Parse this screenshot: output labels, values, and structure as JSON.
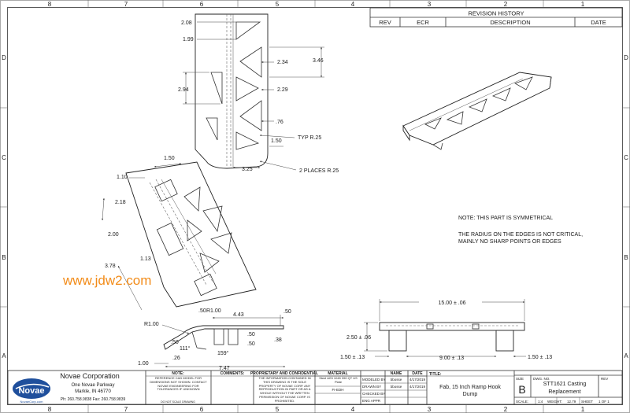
{
  "zones": {
    "columns": [
      "8",
      "7",
      "6",
      "5",
      "4",
      "3",
      "2",
      "1"
    ],
    "rows": [
      "D",
      "C",
      "B",
      "A"
    ]
  },
  "revision": {
    "title": "REVISION HISTORY",
    "headers": [
      "REV",
      "ECR",
      "DESCRIPTION",
      "DATE"
    ]
  },
  "top_view_dims": [
    "2.08",
    "1.99",
    "2.34",
    "3.46",
    "2.94",
    "2.29",
    ".76",
    "1.50",
    "TYP R.25",
    "3.25",
    "2 PLACES R.25"
  ],
  "rotated_view_dims": [
    "1.50",
    "1.10",
    "2.18",
    "2.00",
    "1.13",
    "3.78"
  ],
  "side_view_dims": [
    "R1.00",
    "4.43",
    ".50",
    ".50",
    "R1.00",
    ".50",
    ".38",
    ".50",
    "111°",
    "159°",
    ".26",
    "1.00",
    "7.47"
  ],
  "front_view_dims": [
    "15.00 ± .06",
    "2.50 ± .06",
    "1.50 ± .13",
    "9.00 ± .13",
    "1.50 ± .13"
  ],
  "notes": [
    "NOTE: THIS PART IS SYMMETRICAL",
    "THE RADIUS ON THE EDGES IS NOT CRITICAL,",
    "MAINLY NO SHARP POINTS OR EDGES"
  ],
  "watermark": "www.jdw2.com",
  "title_block": {
    "company": "Novae Corporation",
    "address1": "One Novae Parkway",
    "address2": "Markle, IN 46770",
    "phone": "Ph: 260.758.9838  Fax: 260.758.9839",
    "logo_text": "Novae",
    "logo_sub": "NovaeCorp.com",
    "note_label": "NOTE:",
    "note_text": "REFERENCE CAD MODEL FOR DIMENSIONS NOT SHOWN. CONTACT NOVAE ENGINEERING FOR TOLERANCES IF UNKNOWN",
    "note_small": "DO NOT SCALE DRAWING",
    "comments_label": "COMMENTS:",
    "prop_label": "PROPRIETARY AND CONFIDENTIAL",
    "prop_text": "THE INFORMATION CONTAINED IN THIS DRAWING IS THE SOLE PROPERTY OF NOVAE CORP. ANY REPRODUCTION IN PART OR AS A WHOLE WITHOUT THE WRITTEN PERMISSION OF NOVAE CORP. IS PROHIBITED.",
    "material_label": "MATERIAL",
    "material_value": "Steel AISI 1045 390 QT US Plate",
    "finish_label": "FINISH",
    "finish_value": "FI-EDH",
    "name_label": "NAME",
    "date_label": "DATE",
    "rows": [
      {
        "label": "MODELED BY",
        "name": "bbosse",
        "date": "4/17/2019"
      },
      {
        "label": "DRAWN BY",
        "name": "bbosse",
        "date": "4/17/2019"
      },
      {
        "label": "CHECKED BY",
        "name": "",
        "date": ""
      },
      {
        "label": "ENG APPR",
        "name": "",
        "date": ""
      }
    ],
    "title_label": "TITLE:",
    "title_line1": "Fab, 15 Inch Ramp Hook",
    "title_line2": "Dump",
    "size_label": "SIZE",
    "size_value": "B",
    "dwg_label": "DWG. NO.",
    "dwg_line1": "STT1621 Casting",
    "dwg_line2": "Replacement",
    "rev_label": "REV",
    "scale_label": "SCALE:",
    "scale_value": "1:4",
    "weight_label": "WEIGHT:",
    "weight_value": "12.79",
    "sheet_label": "SHEET",
    "sheet_value": "1 OF 1"
  }
}
